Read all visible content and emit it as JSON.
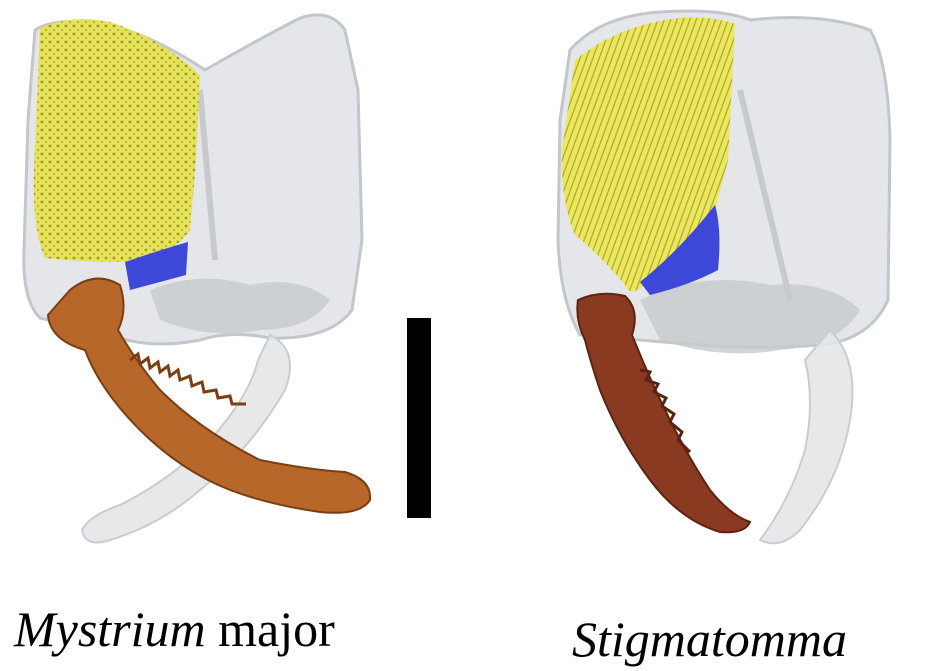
{
  "captions": {
    "left_genus": "Mystrium",
    "left_species": "major",
    "right_genus": "Stigmatomma"
  },
  "colors": {
    "head_capsule": "#d4d8db",
    "muscle_yellow": "#e8e45a",
    "muscle_blue": "#3e48d8",
    "mandible_left": "#b8672a",
    "mandible_right": "#8b3a22",
    "scale_bar": "#000000"
  }
}
